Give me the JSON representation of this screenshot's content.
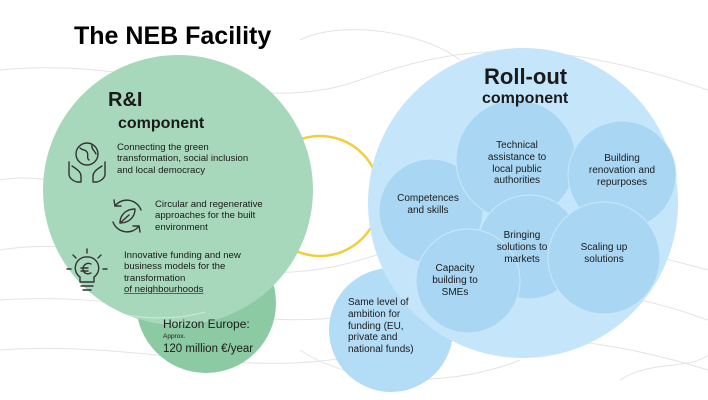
{
  "title": "The NEB Facility",
  "colors": {
    "green": "#a8d8bb",
    "green_dark": "#8ccaa3",
    "blue_outer": "#c5e6fa",
    "blue_inner": "#a9d7f3",
    "ring": "#f2cf3a",
    "text": "#1a1a1a"
  },
  "ri_component": {
    "heading": "R&I",
    "subheading": "component",
    "items": [
      {
        "icon": "hands-globe-icon",
        "lines": [
          "Connecting the green",
          "transformation, social inclusion",
          "and local democracy"
        ]
      },
      {
        "icon": "circular-leaf-icon",
        "lines": [
          "Circular and regenerative",
          "approaches for the built",
          "environment"
        ]
      },
      {
        "icon": "lightbulb-euro-icon",
        "lines": [
          "Innovative funding and new",
          "business models for the",
          "transformation",
          "of neighbourhoods"
        ]
      }
    ]
  },
  "horizon": {
    "title": "Horizon Europe:",
    "approx": "Approx.",
    "amount": "120 million €/year"
  },
  "rollout_component": {
    "heading": "Roll-out",
    "subheading": "component",
    "items": [
      {
        "lines": [
          "Technical",
          "assistance to",
          "local public",
          "authorities"
        ]
      },
      {
        "lines": [
          "Building",
          "renovation and",
          "repurposes"
        ]
      },
      {
        "lines": [
          "Competences",
          "and skills"
        ]
      },
      {
        "lines": [
          "Bringing",
          "solutions to",
          "markets"
        ]
      },
      {
        "lines": [
          "Scaling up",
          "solutions"
        ]
      },
      {
        "lines": [
          "Capacity",
          "building to",
          "SMEs"
        ]
      }
    ]
  },
  "funding": {
    "lines": [
      "Same level of",
      "ambition for",
      "funding (EU,",
      "private and",
      "national funds)"
    ]
  }
}
